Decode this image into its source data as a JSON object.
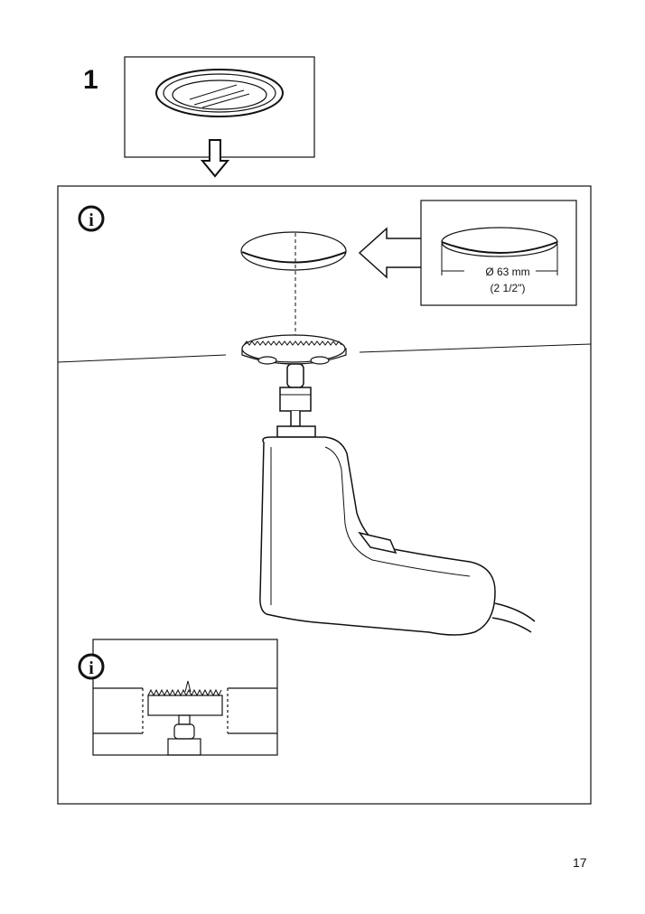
{
  "step": {
    "number": "1"
  },
  "dimension": {
    "diameter_label": "Ø 63 mm",
    "imperial_label": "(2 1/2\")"
  },
  "info_icon": {
    "glyph": "i",
    "name": "info-icon"
  },
  "page": {
    "number": "17"
  },
  "colors": {
    "line": "#111111",
    "background": "#ffffff"
  }
}
